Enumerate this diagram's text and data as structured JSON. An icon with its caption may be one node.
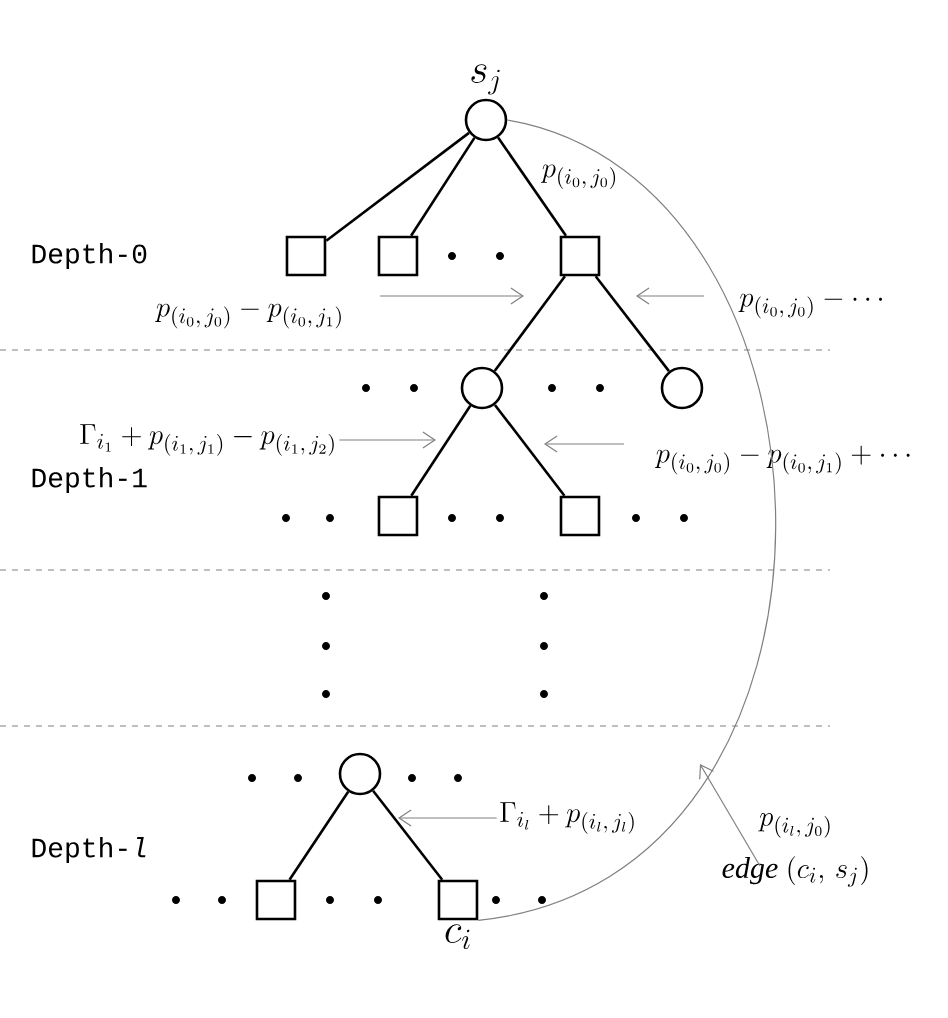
{
  "diagram": {
    "nodes": [
      {
        "text": [
          "s_j"
        ]
      },
      {
        "text": [],
        "shape": "box"
      },
      {
        "text": [],
        "shape": "box"
      },
      {
        "text": [],
        "shape": "box"
      },
      {
        "text": [],
        "shape": "circle"
      },
      {
        "text": [],
        "shape": "circle"
      },
      {
        "text": [],
        "shape": "box"
      },
      {
        "text": [],
        "shape": "box"
      },
      {
        "text": [],
        "shape": "circle"
      },
      {
        "text": [],
        "shape": "box"
      },
      {
        "text": [
          "c_i"
        ]
      },
      {
        "text": [
          "p_{(i_0,\\,j_0)} - p_{(i_0,\\,j_1)}"
        ]
      },
      {
        "text": [
          "p_{(i_0,\\,j_0)} - \\cdots"
        ]
      },
      {
        "text": [
          "\\Gamma_{i_1} + p_{(i_1,\\,j_1)} - p_{(i_1,\\,j_2)}"
        ]
      },
      {
        "text": [
          "p_{(i_0,\\,j_0)} - p_{(i_0,\\,j_1)} + \\cdots"
        ]
      },
      {
        "text": [
          "\\Gamma_{i_l} + p_{(i_l,\\,j_l)}"
        ]
      },
      {
        "text": [
          "p_{(i_l,\\,j_0)}",
          "\\mathit{edge}\\ (c_i,\\, s_j)"
        ]
      }
    ],
    "edges": [
      {
        "from": 0,
        "to": 1,
        "arrow": "none"
      },
      {
        "from": 0,
        "to": 2,
        "arrow": "none"
      },
      {
        "from": 0,
        "to": 3,
        "arrow": "none",
        "label": "p_{(i_0,\\,j_0)}"
      },
      {
        "from": 3,
        "to": 4,
        "arrow": "none"
      },
      {
        "from": 3,
        "to": 5,
        "arrow": "none"
      },
      {
        "from": 4,
        "to": 6,
        "arrow": "none"
      },
      {
        "from": 4,
        "to": 7,
        "arrow": "none"
      },
      {
        "from": 8,
        "to": 9,
        "arrow": "none"
      },
      {
        "from": 8,
        "to": 10,
        "arrow": "none"
      },
      {
        "from": 10,
        "to": 0,
        "arrow": "none",
        "color": "#808080"
      },
      {
        "from": 11,
        "to": null,
        "arrow": "to",
        "color": "#808080"
      },
      {
        "from": 12,
        "to": null,
        "arrow": "to",
        "color": "#808080"
      },
      {
        "from": 13,
        "to": null,
        "arrow": "to",
        "color": "#808080"
      },
      {
        "from": 14,
        "to": null,
        "arrow": "to",
        "color": "#808080"
      },
      {
        "from": 15,
        "to": null,
        "arrow": "to",
        "color": "#808080"
      },
      {
        "from": 16,
        "to": null,
        "arrow": "to",
        "color": "#808080"
      }
    ],
    "labels": [
      "Depth-0",
      "Depth-1",
      "Depth-*l*"
    ]
  }
}
